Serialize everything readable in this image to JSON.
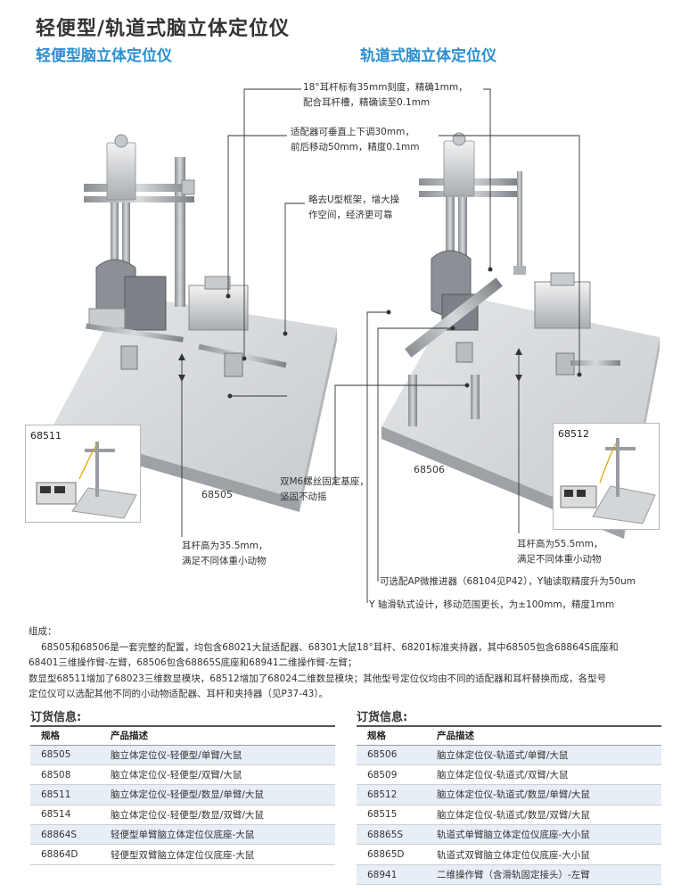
{
  "header": {
    "title": "轻便型/轨道式脑立体定位仪",
    "left_subtitle": "轻便型脑立体定位仪",
    "right_subtitle": "轨道式脑立体定位仪"
  },
  "annotations": {
    "ear_bar": [
      "18°耳杆标有35mm刻度，精确1mm，",
      "配合耳杆槽，精确读至0.1mm"
    ],
    "adapter": [
      "适配器可垂直上下调30mm，",
      "前后移动50mm，精度0.1mm"
    ],
    "u_frame": [
      "略去U型框架，增大操",
      "作空间，经济更可靠"
    ],
    "m6_base": [
      "双M6螺丝固定基座，",
      "坚固不动摇"
    ],
    "left_height": [
      "耳杆高为35.5mm，",
      "满足不同体重小动物"
    ],
    "right_height": [
      "耳杆高为55.5mm，",
      "满足不同体重小动物"
    ],
    "ap_pusher": "可选配AP微推进器（68104见P42），Y轴读取精度升为50um",
    "y_rail": "Y 轴滑轨式设计，移动范围更长，为±100mm，精度1mm"
  },
  "models": {
    "left_main": "68505",
    "right_main": "68506",
    "left_inset": "68511",
    "right_inset": "68512"
  },
  "notes": {
    "heading": "组成：",
    "line1": "68505和68506是一套完整的配置，均包含68021大鼠适配器、68301大鼠18°耳杆、68201标准夹持器，其中68505包含68864S底座和",
    "line2": "68401三维操作臂-左臂，68506包含68865S底座和68941二维操作臂-左臂；",
    "line3": "数显型68511增加了68023三维数显模块，68512增加了68024二维数显模块；其他型号定位仪均由不同的适配器和耳杆替换而成，各型号",
    "line4": "定位仪可以选配其他不同的小动物适配器、耳杆和夹持器（见P37-43）。"
  },
  "order_left": {
    "title": "订货信息:",
    "headers": [
      "规格",
      "产品描述"
    ],
    "rows": [
      [
        "68505",
        "脑立体定位仪-轻便型/单臂/大鼠"
      ],
      [
        "68508",
        "脑立体定位仪-轻便型/双臂/大鼠"
      ],
      [
        "68511",
        "脑立体定位仪-轻便型/数显/单臂/大鼠"
      ],
      [
        "68514",
        "脑立体定位仪-轻便型/数显/双臂/大鼠"
      ],
      [
        "68864S",
        "轻便型单臂脑立体定位仪底座-大鼠"
      ],
      [
        "68864D",
        "轻便型双臂脑立体定位仪底座-大鼠"
      ]
    ]
  },
  "order_right": {
    "title": "订货信息:",
    "headers": [
      "规格",
      "产品描述"
    ],
    "rows": [
      [
        "68506",
        "脑立体定位仪-轨道式/单臂/大鼠"
      ],
      [
        "68509",
        "脑立体定位仪-轨道式/双臂/大鼠"
      ],
      [
        "68512",
        "脑立体定位仪-轨道式/数显/单臂/大鼠"
      ],
      [
        "68515",
        "脑立体定位仪-轨道式/数显/双臂/大鼠"
      ],
      [
        "68865S",
        "轨道式单臂脑立体定位仪底座-大小鼠"
      ],
      [
        "68865D",
        "轨道式双臂脑立体定位仪底座-大小鼠"
      ],
      [
        "68941",
        "二维操作臂（含滑轨固定接头）-左臂"
      ]
    ]
  }
}
